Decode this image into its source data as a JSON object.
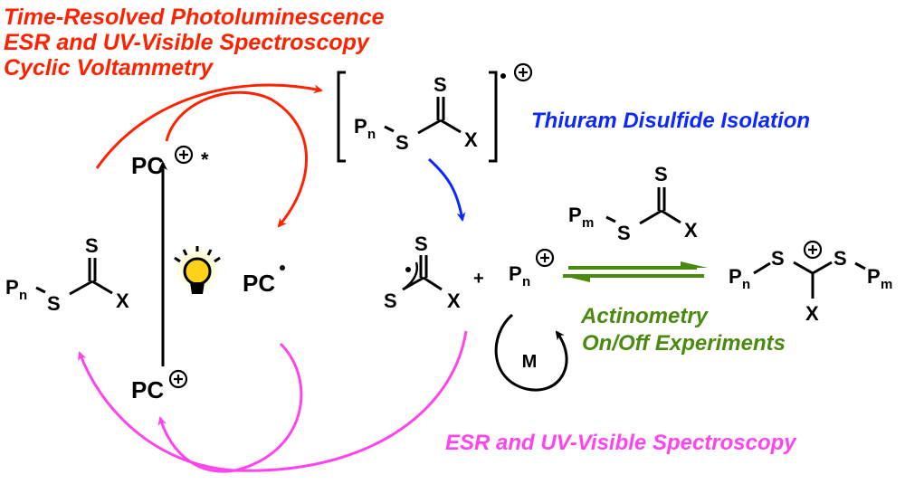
{
  "colors": {
    "red": "#ff2200",
    "blue": "#0a28ff",
    "green": "#4a8a10",
    "magenta": "#ff44ee",
    "black": "#000000",
    "bulb": "#ffd21a"
  },
  "labels": {
    "red_line1": "Time-Resolved Photoluminescence",
    "red_line2": "ESR and UV-Visible Spectroscopy",
    "red_line3": "Cyclic Voltammetry",
    "blue": "Thiuram Disulfide Isolation",
    "green_line1": "Actinometry",
    "green_line2": "On/Off Experiments",
    "magenta": "ESR and UV-Visible Spectroscopy"
  },
  "species": {
    "pc_excited": {
      "text": "PC",
      "charge": "+",
      "mark": "*"
    },
    "pc_radical": {
      "text": "PC",
      "mark": "•"
    },
    "pc_cation": {
      "text": "PC",
      "charge": "+"
    },
    "radical_cation_label": "•",
    "monomer": "M",
    "plus_sign": "+",
    "atoms": {
      "P": "P",
      "n": "n",
      "m": "m",
      "S": "S",
      "X": "X"
    }
  },
  "icons": {
    "light_bulb": "light-bulb-icon"
  }
}
